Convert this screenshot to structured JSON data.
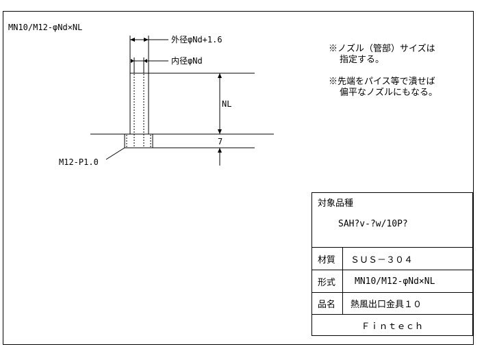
{
  "drawing": {
    "title": "MN10/M12-φNd×NL",
    "outer_dim": "外径φNd+1.6",
    "inner_dim": "内径φNd",
    "length_dim": "NL",
    "thread_len": "7",
    "thread_spec": "M12-P1.0"
  },
  "notes": {
    "note1_line1": "※ノズル（管部）サイズは",
    "note1_line2": "指定する。",
    "note2_line1": "※先端をパイス等で潰せば",
    "note2_line2": "偏平なノズルにもなる。"
  },
  "title_block": {
    "target_label": "対象品種",
    "target_value": "SAH?v-?w/10P?",
    "material_label": "材質",
    "material_value": "ＳＵＳ－３０４",
    "type_label": "形式",
    "type_value": "MN10/M12-φNd×NL",
    "name_label": "品名",
    "name_value": "熱風出口金具１０",
    "company": "Ｆｉｎｔｅｃｈ"
  }
}
